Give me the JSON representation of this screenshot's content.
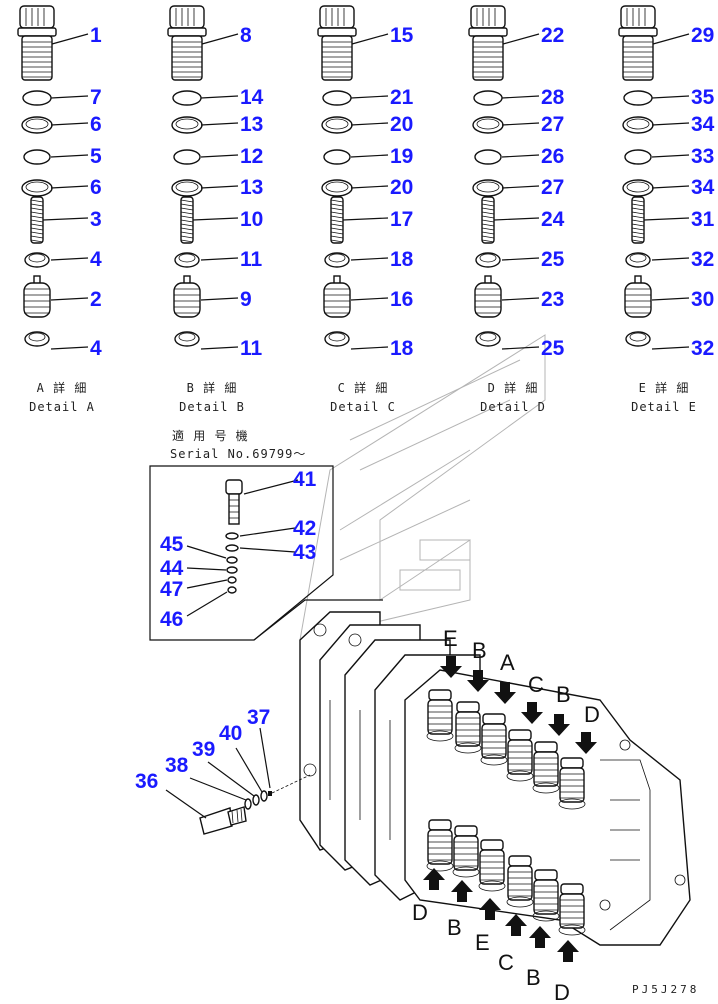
{
  "columns": [
    {
      "caption_jp": "A 詳 細",
      "caption_en": "Detail A",
      "labels": [
        "1",
        "7",
        "6",
        "5",
        "6",
        "3",
        "4",
        "2",
        "4"
      ]
    },
    {
      "caption_jp": "B 詳 細",
      "caption_en": "Detail B",
      "labels": [
        "8",
        "14",
        "13",
        "12",
        "13",
        "10",
        "11",
        "9",
        "11"
      ]
    },
    {
      "caption_jp": "C 詳 細",
      "caption_en": "Detail C",
      "labels": [
        "15",
        "21",
        "20",
        "19",
        "20",
        "17",
        "18",
        "16",
        "18"
      ]
    },
    {
      "caption_jp": "D 詳 細",
      "caption_en": "Detail D",
      "labels": [
        "22",
        "28",
        "27",
        "26",
        "27",
        "24",
        "25",
        "23",
        "25"
      ]
    },
    {
      "caption_jp": "E 詳 細",
      "caption_en": "Detail E",
      "labels": [
        "29",
        "35",
        "34",
        "33",
        "34",
        "31",
        "32",
        "30",
        "32"
      ]
    }
  ],
  "inset": {
    "title_jp": "適 用 号 機",
    "serial": "Serial No.69799～",
    "labels": [
      "41",
      "42",
      "43",
      "45",
      "44",
      "47",
      "46"
    ]
  },
  "assembly_labels": [
    "37",
    "40",
    "39",
    "38",
    "36"
  ],
  "arrow_letters_top": [
    "E",
    "B",
    "A",
    "C",
    "B",
    "D"
  ],
  "arrow_letters_bottom": [
    "D",
    "B",
    "E",
    "C",
    "B",
    "D"
  ],
  "drawing_code": "PJ5J278"
}
